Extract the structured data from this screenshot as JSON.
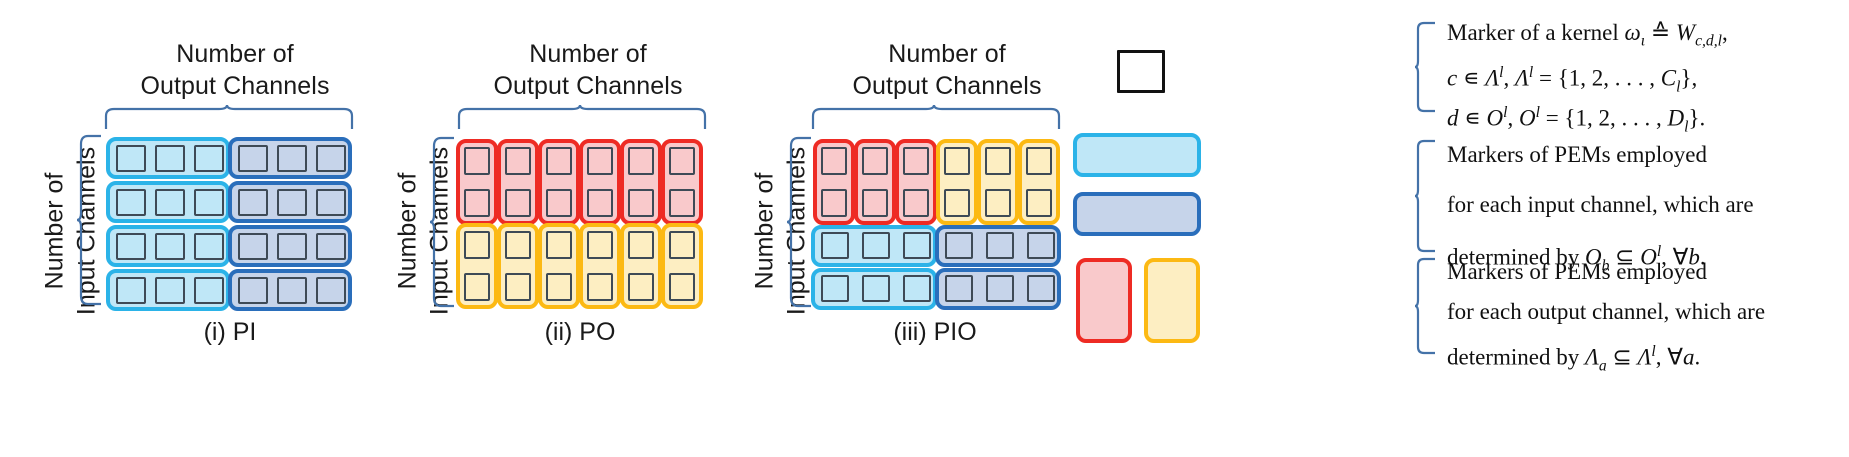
{
  "figure": {
    "panels": [
      {
        "id": "pi",
        "caption": "(i) PI",
        "top_label_line1": "Number of",
        "top_label_line2": "Output Channels",
        "left_label_line1": "Number of",
        "left_label_line2": "Input Channels",
        "rows": 4,
        "cols": 6,
        "grouping": "by-input-channel-rows",
        "group_colors": [
          "cyan",
          "blue"
        ],
        "cell_colors": [
          "cyan",
          "blue"
        ]
      },
      {
        "id": "po",
        "caption": "(ii) PO",
        "top_label_line1": "Number of",
        "top_label_line2": "Output Channels",
        "left_label_line1": "Number of",
        "left_label_line2": "Input Channels",
        "rows": 4,
        "cols": 6,
        "grouping": "by-output-channel-columns",
        "group_colors": [
          "red",
          "yellow"
        ],
        "cell_colors": [
          "red",
          "yellow"
        ]
      },
      {
        "id": "pio",
        "caption": "(iii) PIO",
        "top_label_line1": "Number of",
        "top_label_line2": "Output Channels",
        "left_label_line1": "Number of",
        "left_label_line2": "Input Channels",
        "rows": 4,
        "cols": 6,
        "grouping": "mixed-columns-top-rows-bottom",
        "group_colors": [
          "red",
          "yellow",
          "cyan",
          "blue"
        ],
        "cell_colors": [
          "red",
          "yellow",
          "cyan",
          "blue"
        ]
      }
    ]
  },
  "legend": {
    "entries": [
      {
        "id": "kernel-marker",
        "swatches": [
          "white-square"
        ],
        "lines": [
          "Marker of a kernel ωι ≙ Wc,d,l,",
          "c ∈ Λl, Λl = {1, 2, . . . , Cl},",
          "d ∈ Ol, Ol = {1, 2, . . . , Dl}."
        ]
      },
      {
        "id": "input-channel-pems",
        "swatches": [
          "cyan-rounded",
          "blue-rounded"
        ],
        "lines": [
          "Markers of PEMs employed",
          "for each input channel, which are",
          "determined by Ob ⊆ Ol, ∀b."
        ]
      },
      {
        "id": "output-channel-pems",
        "swatches": [
          "red-rounded",
          "yellow-rounded"
        ],
        "lines": [
          "Markers of PEMs employed",
          "for each output channel, which are",
          "determined by Λa ⊆ Λl, ∀a."
        ]
      }
    ]
  },
  "colors": {
    "cyan_fill": "#bfe7f7",
    "cyan_stroke": "#2bb3e8",
    "blue_fill": "#c6d4ea",
    "blue_stroke": "#2a6ebb",
    "red_fill": "#f9c9cb",
    "red_stroke": "#ee2b24",
    "yellow_fill": "#fdeec2",
    "yellow_stroke": "#fcb913",
    "brace_stroke": "#4472a8",
    "cell_stroke": "#3e4a56",
    "text": "#1a1a1a"
  }
}
